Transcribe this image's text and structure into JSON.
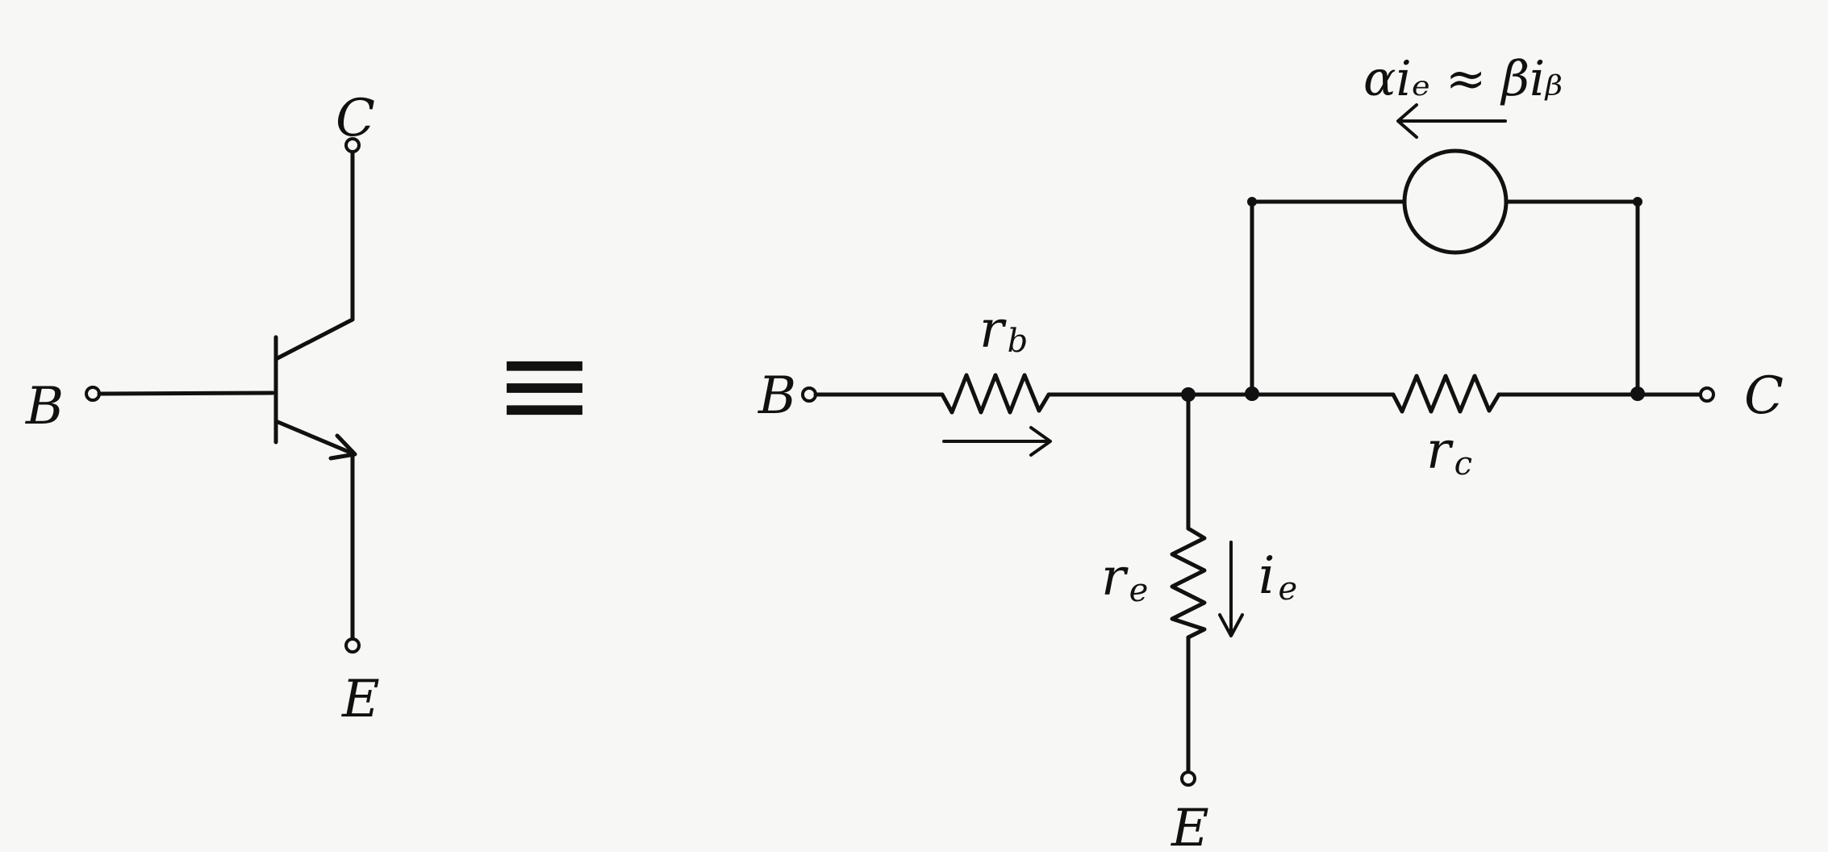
{
  "left_symbol": {
    "base": "B",
    "collector": "C",
    "emitter": "E"
  },
  "equivalence_symbol": "≡",
  "equivalent_circuit": {
    "base": "B",
    "collector": "C",
    "emitter": "E",
    "base_resistor": {
      "letter": "r",
      "sub": "b"
    },
    "collector_resistor": {
      "letter": "r",
      "sub": "c"
    },
    "emitter_resistor": {
      "letter": "r",
      "sub": "e"
    },
    "emitter_current": {
      "letter": "i",
      "sub": "e"
    },
    "current_source": "αiₑ ≈ βiᵦ"
  }
}
